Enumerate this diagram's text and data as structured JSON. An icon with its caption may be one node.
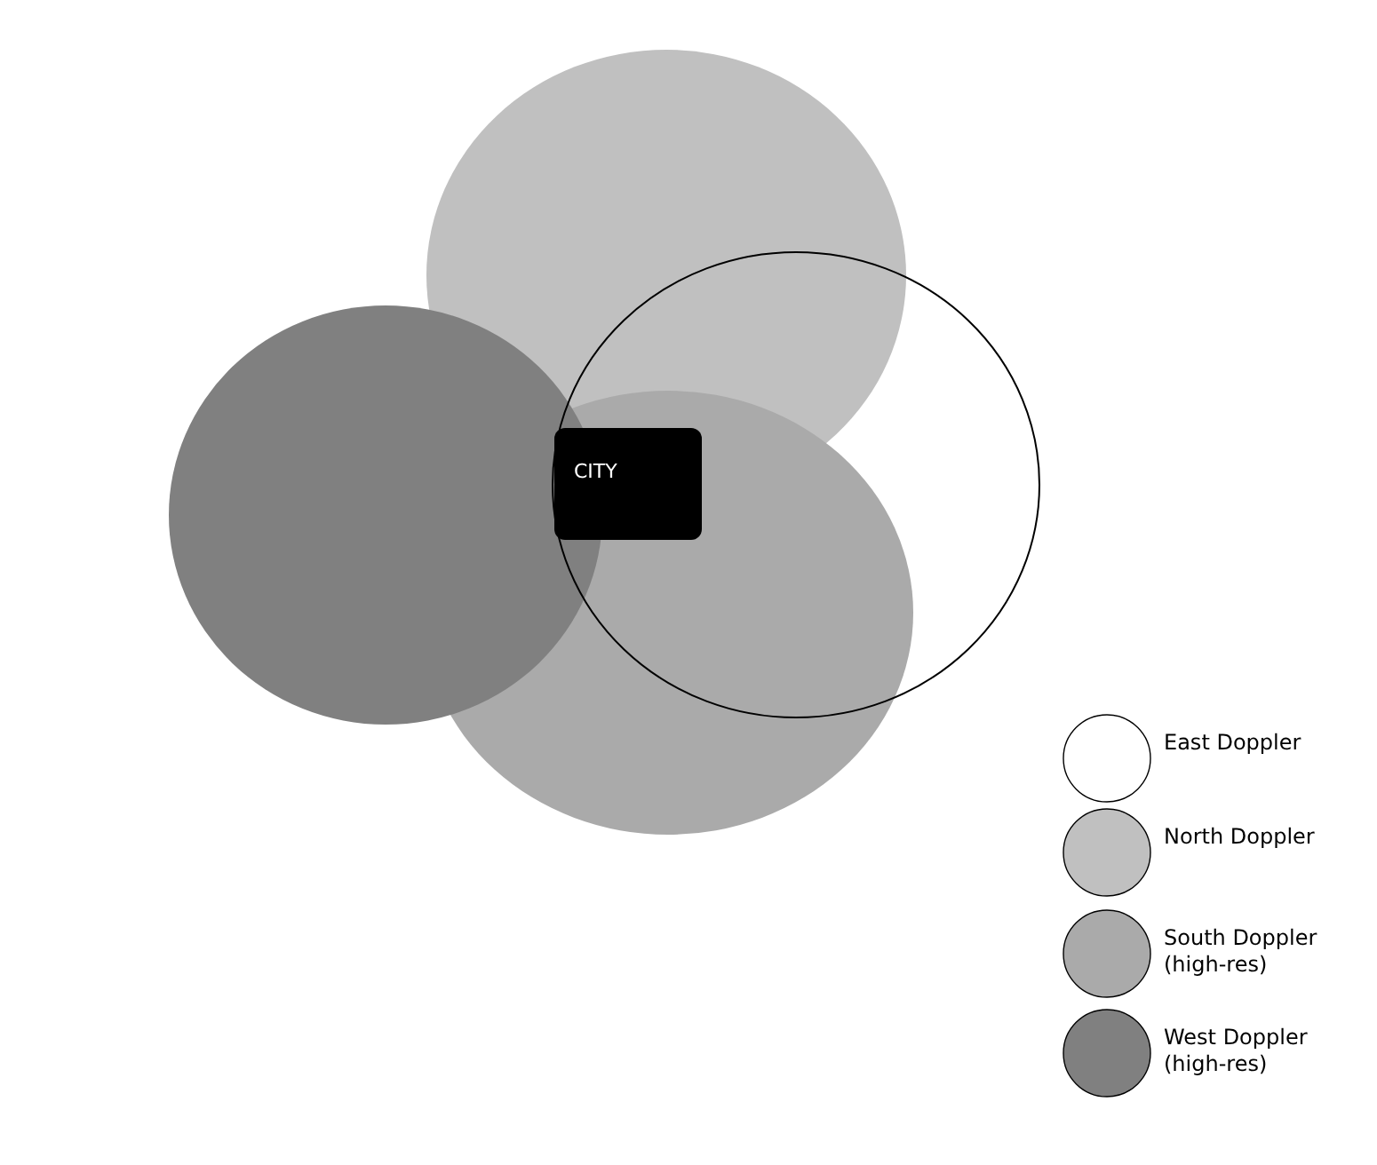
{
  "diagram": {
    "nodes": [
      {
        "text": [
          "CITY"
        ]
      }
    ],
    "legend": [
      {
        "text": "East Doppler",
        "color": "#ffffff"
      },
      {
        "text": "North Doppler",
        "color": "#c0c0c0"
      },
      {
        "text": "South Doppler (high-res)",
        "color": "#aaaaaa"
      },
      {
        "text": "West Doppler (high-res)",
        "color": "#808080"
      }
    ]
  }
}
